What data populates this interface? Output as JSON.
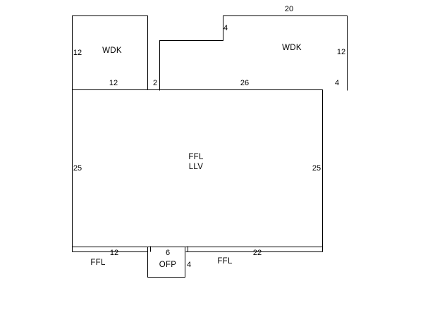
{
  "areas": {
    "wdk_left": "WDK",
    "wdk_right": "WDK",
    "main_line1": "FFL",
    "main_line2": "LLV",
    "ffl_left": "FFL",
    "ffl_right": "FFL",
    "porch": "OFP"
  },
  "dimensions": {
    "wdk_left_side": "12",
    "wdk_left_bottom": "12",
    "gap": "2",
    "wdk_right_top": "20",
    "wdk_right_step": "4",
    "wdk_right_side": "12",
    "wdk_right_bottom": "26",
    "wdk_right_corner": "4",
    "main_left": "25",
    "main_right": "25",
    "bottom_left": "12",
    "porch_width": "6",
    "porch_depth": "4",
    "bottom_right": "22"
  }
}
